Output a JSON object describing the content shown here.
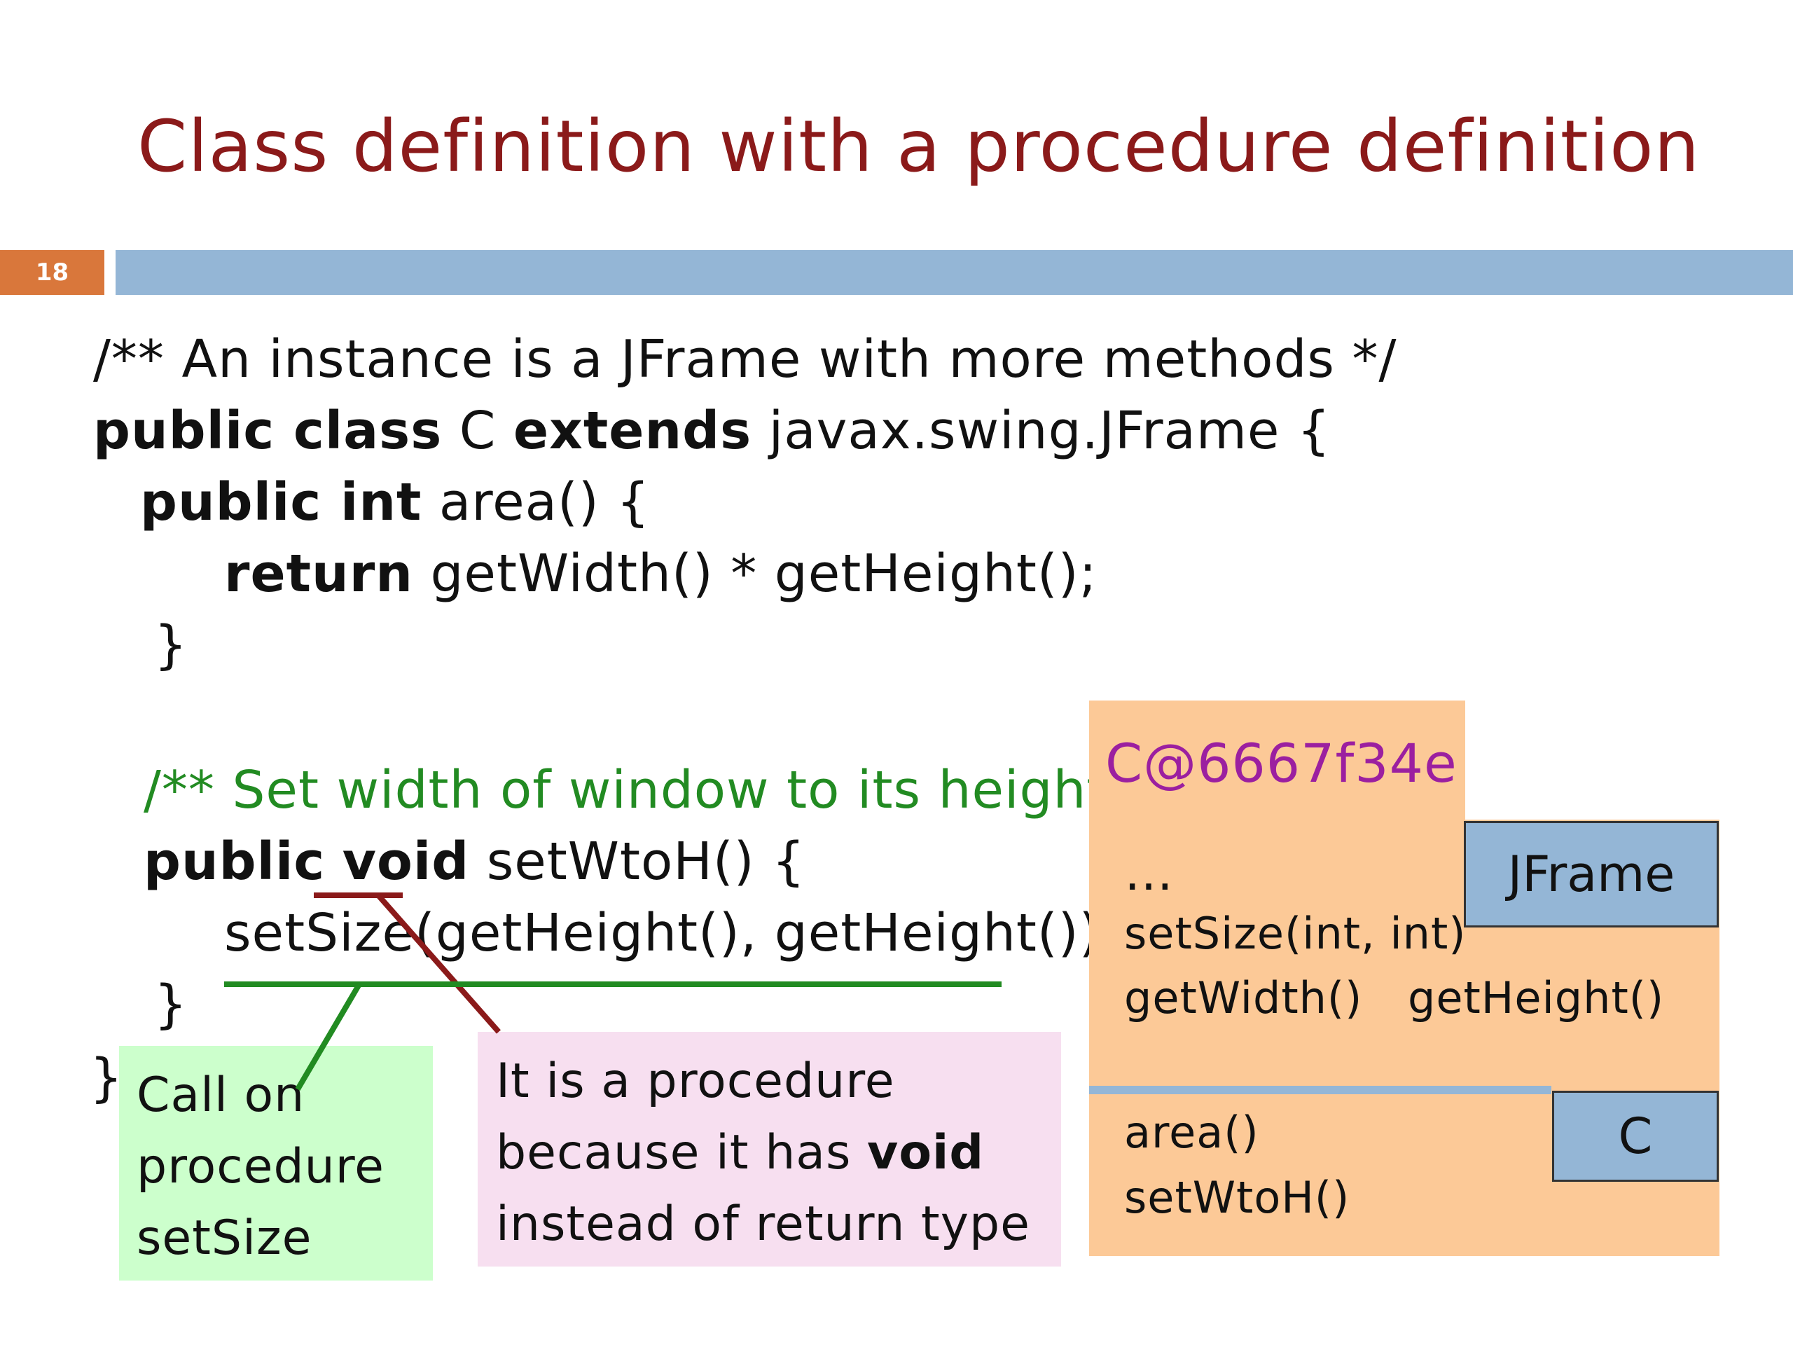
{
  "slide": {
    "title": "Class definition with a procedure definition",
    "number": "18"
  },
  "code": {
    "line1": "/** An instance is a JFrame with more methods */",
    "line2_kw1": "public class",
    "line2_rest1": " C ",
    "line2_kw2": "extends",
    "line2_rest2": " javax.swing.JFrame {",
    "line3_kw": "public int",
    "line3_rest": " area() {",
    "line4_kw": "return",
    "line4_rest": " getWidth() * getHeight();",
    "line5": "}",
    "line6_comment": "/** Set width of window to its height */",
    "line7_kw1": "public",
    "line7_kw2": "void",
    "line7_rest": " setWtoH() {",
    "line8": "setSize(getHeight(), getHeight());",
    "line9": "}",
    "line10": "}"
  },
  "notes": {
    "green_lines": [
      "Call on",
      "procedure",
      "setSize"
    ],
    "pink_line1": "It is a procedure",
    "pink_line2_a": "because it has ",
    "pink_line2_b": "void",
    "pink_line3": "instead of return type"
  },
  "object": {
    "name": "C@6667f34e",
    "ellipsis": "…",
    "jframe_label": "JFrame",
    "jframe_methods": [
      "setSize(int, int)",
      "getWidth()",
      "getHeight()"
    ],
    "c_label": "C",
    "c_methods": [
      "area()",
      "setWtoH()"
    ]
  },
  "colors": {
    "title": "#8b1a1a",
    "comment_green": "#228b22",
    "object_fill": "#fcc997",
    "tag_blue": "#94b6d6",
    "object_name": "#9b1fa0"
  }
}
